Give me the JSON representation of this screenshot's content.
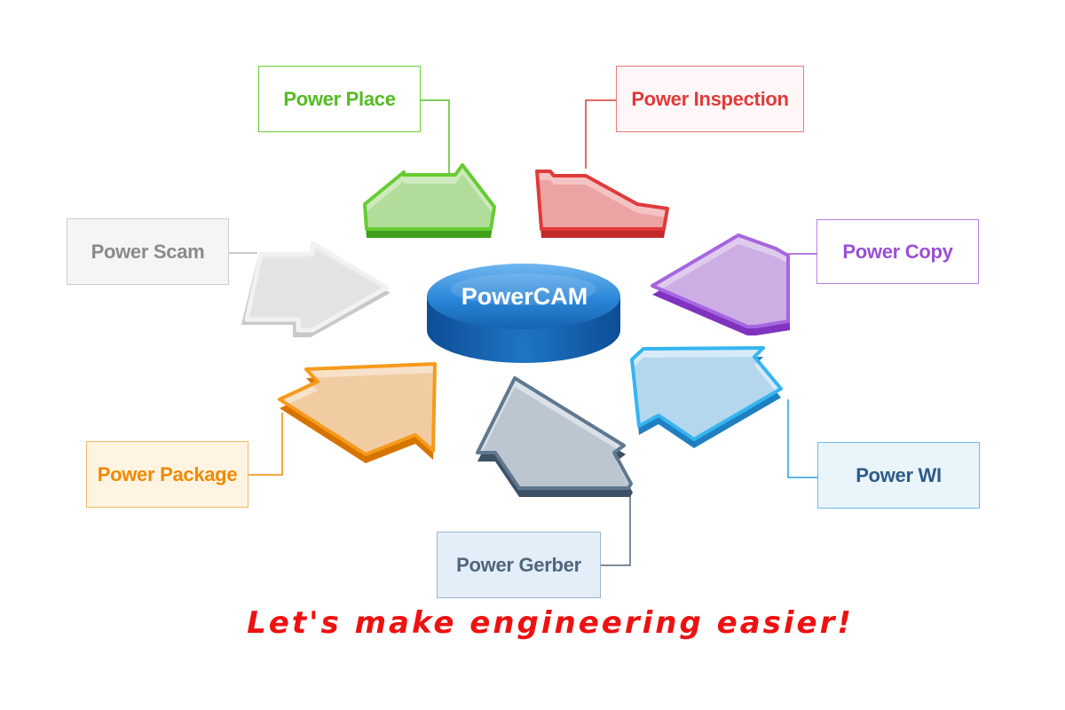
{
  "hub": {
    "label": "PowerCAM",
    "color": "#1e78c8"
  },
  "modules": {
    "power_place": {
      "label": "Power Place",
      "color": "#55bb22"
    },
    "power_inspection": {
      "label": "Power Inspection",
      "color": "#e03a3a"
    },
    "power_copy": {
      "label": "Power Copy",
      "color": "#9b4fd6"
    },
    "power_wi": {
      "label": "Power WI",
      "color": "#2a9fe0"
    },
    "power_gerber": {
      "label": "Power Gerber",
      "color": "#50667d"
    },
    "power_package": {
      "label": "Power Package",
      "color": "#f08a00"
    },
    "power_scam": {
      "label": "Power Scam",
      "color": "#9a9a9a"
    }
  },
  "tagline": "Let's make engineering easier!"
}
